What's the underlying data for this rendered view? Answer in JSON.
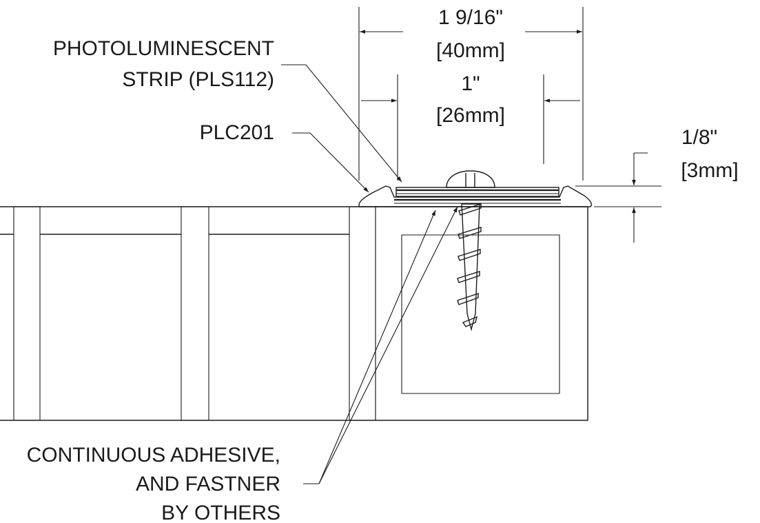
{
  "labels": {
    "strip_line1": "PHOTOLUMINESCENT",
    "strip_line2": "STRIP (PLS112)",
    "channel": "PLC201",
    "adhesive_line1": "CONTINUOUS ADHESIVE,",
    "adhesive_line2": "AND FASTNER",
    "adhesive_line3": "BY OTHERS"
  },
  "dimensions": {
    "overall_imperial": "1 9/16\"",
    "overall_metric": "[40mm]",
    "inner_imperial": "1\"",
    "inner_metric": "[26mm]",
    "height_imperial": "1/8\"",
    "height_metric": "[3mm]"
  }
}
